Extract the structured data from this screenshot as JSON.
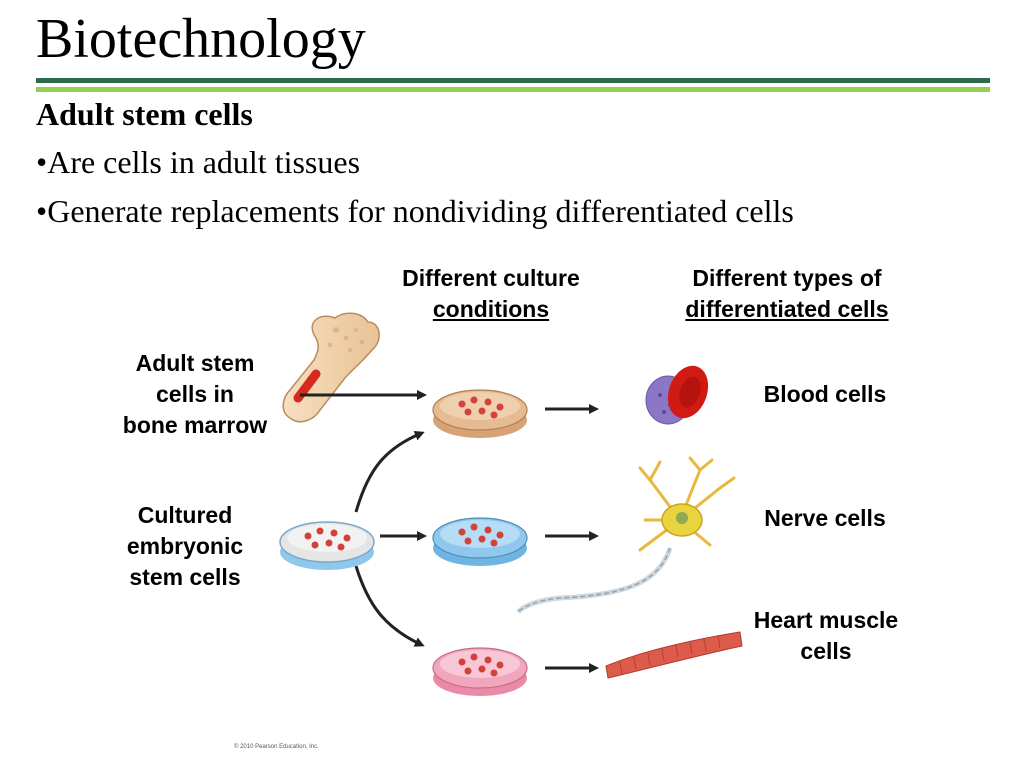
{
  "title": "Biotechnology",
  "subheading": "Adult stem cells",
  "bullets": [
    "•Are cells in adult tissues",
    "•Generate replacements for nondividing differentiated cells"
  ],
  "diagram": {
    "column_headers": {
      "culture": [
        "Different culture",
        "conditions"
      ],
      "types": [
        "Different types of",
        "differentiated cells"
      ]
    },
    "sources": {
      "adult": [
        "Adult stem",
        "cells in",
        "bone marrow"
      ],
      "embryonic": [
        "Cultured",
        "embryonic",
        "stem cells"
      ]
    },
    "outcomes": {
      "blood": "Blood cells",
      "nerve": "Nerve cells",
      "heart": [
        "Heart muscle",
        "cells"
      ]
    }
  },
  "copyright": "© 2010 Pearson Education, Inc.",
  "colors": {
    "rule_dark": "#2e6b4a",
    "rule_light": "#93d04f",
    "dish_tan": "#e6bb92",
    "dish_blue": "#8fc8ec",
    "dish_pink": "#f2a6bd",
    "dish_embryonic": "#e5e5e5",
    "cell_red": "#d3413a"
  }
}
